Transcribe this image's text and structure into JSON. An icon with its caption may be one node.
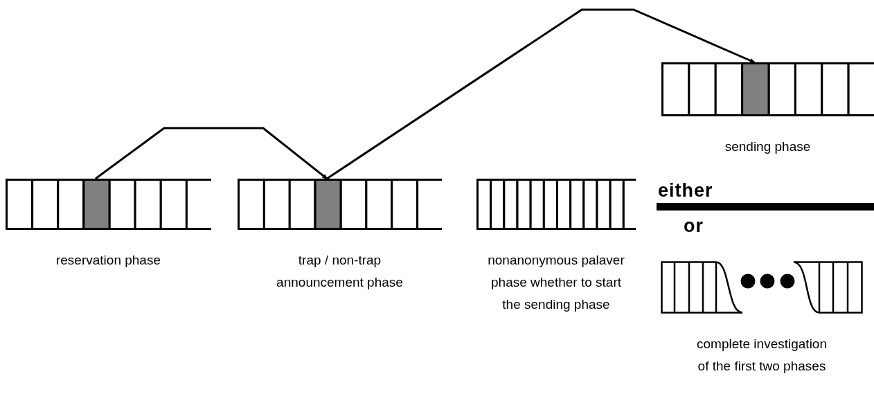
{
  "diagram": {
    "nodes": [
      {
        "text": [
          "reservation phase"
        ]
      },
      {
        "text": [
          "trap / non-trap announcement phase"
        ]
      },
      {
        "text": [
          "nonanonymous palaver phase whether to start the sending phase"
        ]
      },
      {
        "text": [
          "sending phase"
        ]
      },
      {
        "text": [
          "complete investigation of the first two phases"
        ]
      }
    ],
    "edges": [
      {
        "from": 0,
        "to": 1,
        "arrow": "to"
      },
      {
        "from": 1,
        "to": 3,
        "arrow": "to"
      }
    ],
    "labels": [
      "either",
      "or"
    ]
  }
}
